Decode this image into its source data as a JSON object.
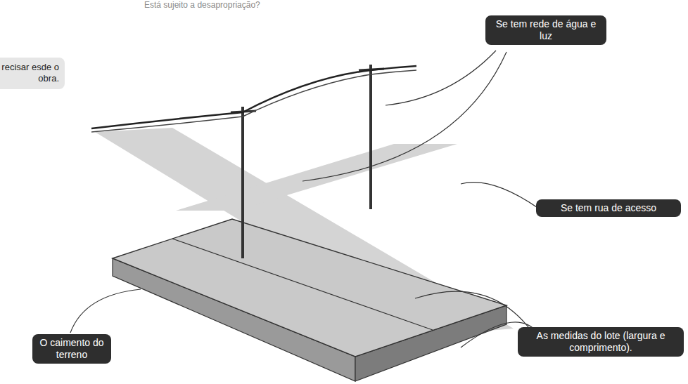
{
  "diagram": {
    "nodes": [
      {
        "text": [
          "recisar esde o obra."
        ]
      },
      {
        "text": [
          "Se tem rede de água e luz"
        ]
      },
      {
        "text": [
          "Se tem rua de acesso"
        ]
      },
      {
        "text": [
          "As medidas do lote (largura e comprimento)."
        ]
      },
      {
        "text": [
          "O caimento do terreno"
        ]
      }
    ],
    "labels": [
      "Está sujeito a desapropriação?"
    ]
  }
}
